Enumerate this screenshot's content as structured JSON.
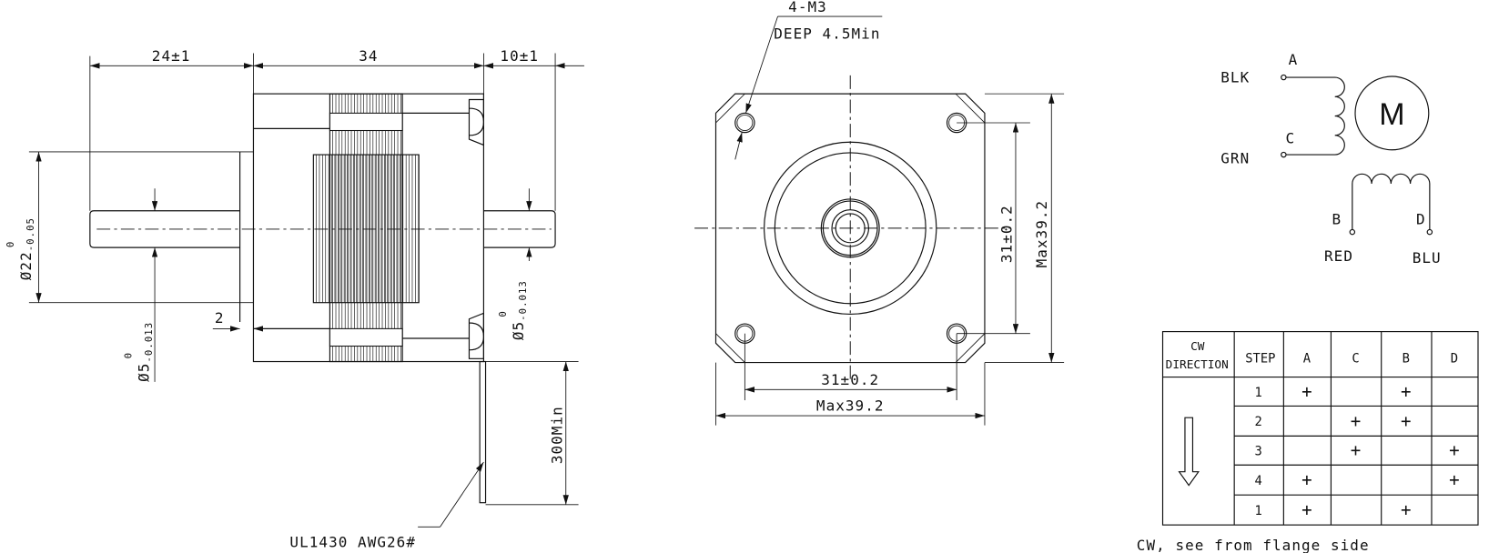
{
  "side_view": {
    "dim_shaft_length": "24±1",
    "dim_body_length": "34",
    "dim_rear_shaft": "10±1",
    "dim_boss_dia": {
      "symbol": "Ø22",
      "upper": "0",
      "lower": "-0.05"
    },
    "dim_front_shaft_dia": {
      "symbol": "Ø5",
      "upper": "0",
      "lower": "-0.013"
    },
    "dim_rear_shaft_dia": {
      "symbol": "Ø5",
      "upper": "0",
      "lower": "-0.013"
    },
    "dim_boss_height": "2",
    "dim_lead_length": "300Min",
    "lead_wire_label": "UL1430 AWG26#"
  },
  "front_view": {
    "hole_note_line1": "4-M3",
    "hole_note_line2": "DEEP 4.5Min",
    "dim_hole_spacing_v": "31±0.2",
    "dim_max_height": "Max39.2",
    "dim_hole_spacing_h": "31±0.2",
    "dim_max_width": "Max39.2"
  },
  "wiring": {
    "motor_label": "M",
    "terminals": [
      {
        "pin": "A",
        "color": "BLK"
      },
      {
        "pin": "C",
        "color": "GRN"
      },
      {
        "pin": "B",
        "color": "RED"
      },
      {
        "pin": "D",
        "color": "BLU"
      }
    ]
  },
  "step_table": {
    "header_direction_line1": "CW",
    "header_direction_line2": "DIRECTION",
    "header_step": "STEP",
    "phases": [
      "A",
      "C",
      "B",
      "D"
    ],
    "rows": [
      {
        "step": "1",
        "on": [
          "A",
          "B"
        ]
      },
      {
        "step": "2",
        "on": [
          "C",
          "B"
        ]
      },
      {
        "step": "3",
        "on": [
          "C",
          "D"
        ]
      },
      {
        "step": "4",
        "on": [
          "A",
          "D"
        ]
      },
      {
        "step": "1",
        "on": [
          "A",
          "B"
        ]
      }
    ],
    "on_mark": "+",
    "caption": "CW, see from flange side"
  }
}
